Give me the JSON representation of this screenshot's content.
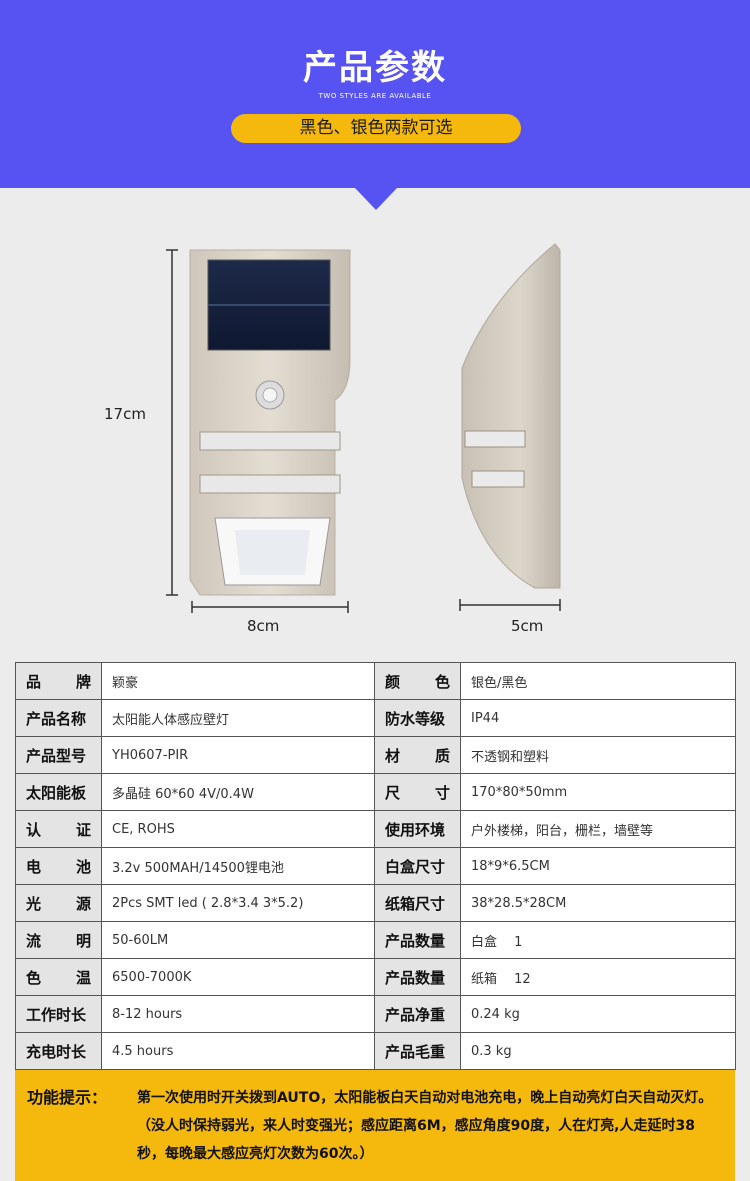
{
  "header": {
    "title": "产品参数",
    "subtitle": "TWO STYLES ARE AVAILABLE",
    "pill": "黑色、银色两款可选"
  },
  "dimensions": {
    "height": "17cm",
    "width": "8cm",
    "depth": "5cm"
  },
  "specs": [
    {
      "l1": "品牌",
      "v1": "颖豪",
      "l2": "颜色",
      "v2": "银色/黑色",
      "spread1": true,
      "spread2": true
    },
    {
      "l1": "产品名称",
      "v1": "太阳能人体感应壁灯",
      "l2": "防水等级",
      "v2": "IP44",
      "spread1": false,
      "spread2": false
    },
    {
      "l1": "产品型号",
      "v1": "YH0607-PIR",
      "l2": "材质",
      "v2": "不透钢和塑料",
      "spread1": false,
      "spread2": true
    },
    {
      "l1": "太阳能板",
      "v1": "多晶硅 60*60 4V/0.4W",
      "l2": "尺寸",
      "v2": "170*80*50mm",
      "spread1": false,
      "spread2": true
    },
    {
      "l1": "认证",
      "v1": "CE, ROHS",
      "l2": "使用环境",
      "v2": "户外楼梯，阳台，栅栏，墙壁等",
      "spread1": true,
      "spread2": false
    },
    {
      "l1": "电池",
      "v1": "3.2v 500MAH/14500锂电池",
      "l2": "白盒尺寸",
      "v2": "18*9*6.5CM",
      "spread1": true,
      "spread2": false
    },
    {
      "l1": "光源",
      "v1": "2Pcs SMT led ( 2.8*3.4 3*5.2)",
      "l2": "纸箱尺寸",
      "v2": "38*28.5*28CM",
      "spread1": true,
      "spread2": false
    },
    {
      "l1": "流明",
      "v1": "50-60LM",
      "l2": "产品数量",
      "v2": "白盒　 1",
      "spread1": true,
      "spread2": false
    },
    {
      "l1": "色温",
      "v1": "6500-7000K",
      "l2": "产品数量",
      "v2": "纸箱　 12",
      "spread1": true,
      "spread2": false
    },
    {
      "l1": "工作时长",
      "v1": "8-12 hours",
      "l2": "产品净重",
      "v2": "0.24 kg",
      "spread1": false,
      "spread2": false
    },
    {
      "l1": "充电时长",
      "v1": "4.5 hours",
      "l2": "产品毛重",
      "v2": "0.3 kg",
      "spread1": false,
      "spread2": false
    }
  ],
  "note": {
    "label": "功能提示：",
    "text": "第一次使用时开关拨到AUTO，太阳能板白天自动对电池充电，晚上自动亮灯白天自动灭灯。（没人时保持弱光，来人时变强光；感应距离6M，感应角度90度，人在灯亮,人走延时38秒，每晚最大感应亮灯次数为60次。）"
  }
}
